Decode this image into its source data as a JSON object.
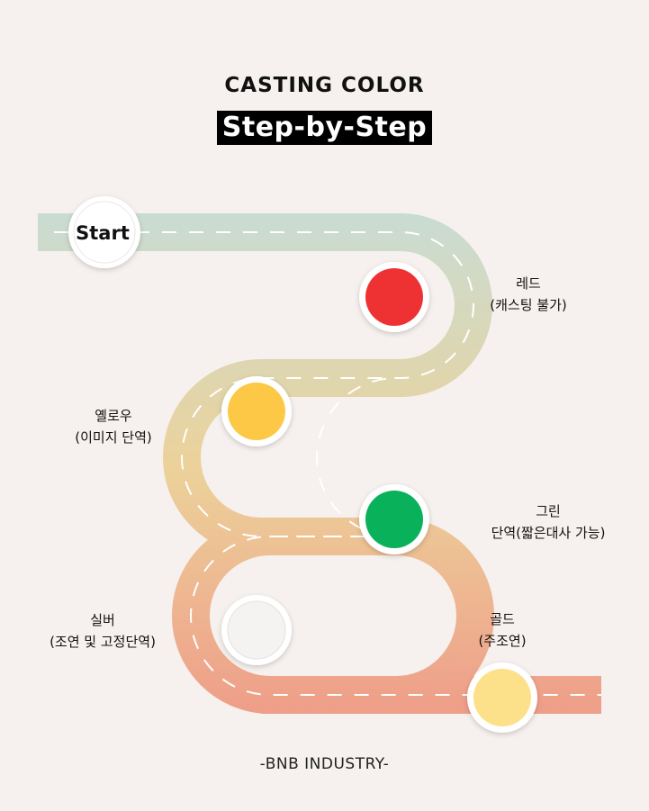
{
  "header": {
    "subtitle": "CASTING COLOR",
    "title": "Step-by-Step"
  },
  "start": {
    "label": "Start"
  },
  "steps": [
    {
      "name": "레드",
      "desc": "(캐스팅 불가)",
      "color": "#ee3234"
    },
    {
      "name": "옐로우",
      "desc": "(이미지 단역)",
      "color": "#fdc845"
    },
    {
      "name": "그린",
      "desc": "단역(짧은대사 가능)",
      "color": "#09b25a"
    },
    {
      "name": "실버",
      "desc": "(조연 및 고정단역)",
      "color": "#f5f2f2"
    },
    {
      "name": "골드",
      "desc": "(주조연)",
      "color": "#fde08a"
    }
  ],
  "road": {
    "gradient_top": "#c9dcd2",
    "gradient_mid": "#ecd29a",
    "gradient_bottom": "#ef9c88",
    "dash_color": "#ffffff"
  },
  "footer": {
    "text": "-BNB INDUSTRY-"
  }
}
